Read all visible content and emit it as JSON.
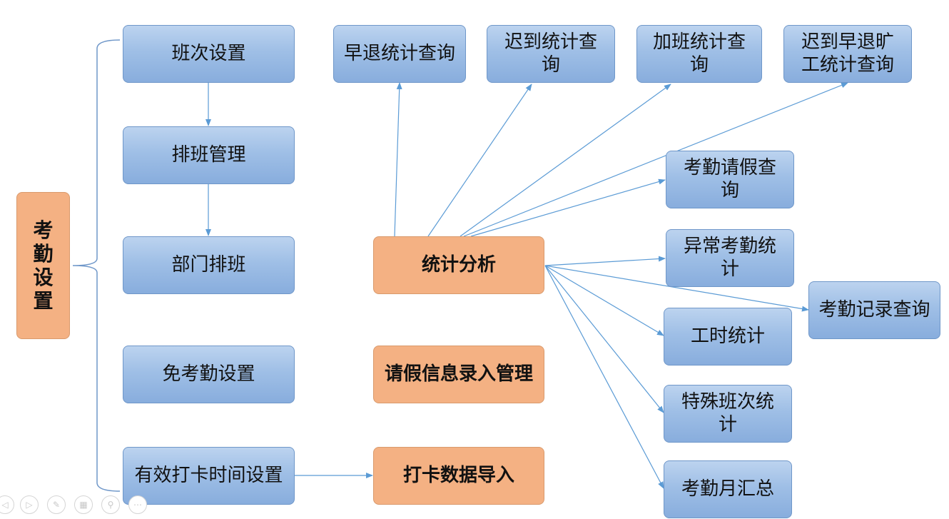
{
  "root": {
    "label": "考勤设置"
  },
  "settings": {
    "shift_setup": "班次设置",
    "scheduling": "排班管理",
    "dept_scheduling": "部门排班",
    "exempt_setup": "免考勤设置",
    "punch_time_setup": "有效打卡时间设置"
  },
  "modules": {
    "statistics": "统计分析",
    "leave_entry": "请假信息录入管理",
    "punch_import": "打卡数据导入"
  },
  "reports": {
    "early_leave": "早退统计查询",
    "late": "迟到统计查询",
    "overtime": "加班统计查询",
    "late_early_absent": "迟到早退旷工统计查询",
    "leave_query": "考勤请假查询",
    "abnormal": "异常考勤统计",
    "records": "考勤记录查询",
    "work_hours": "工时统计",
    "special_shift": "特殊班次统计",
    "monthly": "考勤月汇总"
  },
  "colors": {
    "blue_box": "#9fbfe6",
    "orange_box": "#f4b183",
    "connector": "#5b9bd5"
  },
  "icons": [
    "prev-icon",
    "next-icon",
    "pen-icon",
    "slides-icon",
    "zoom-icon",
    "more-icon"
  ]
}
